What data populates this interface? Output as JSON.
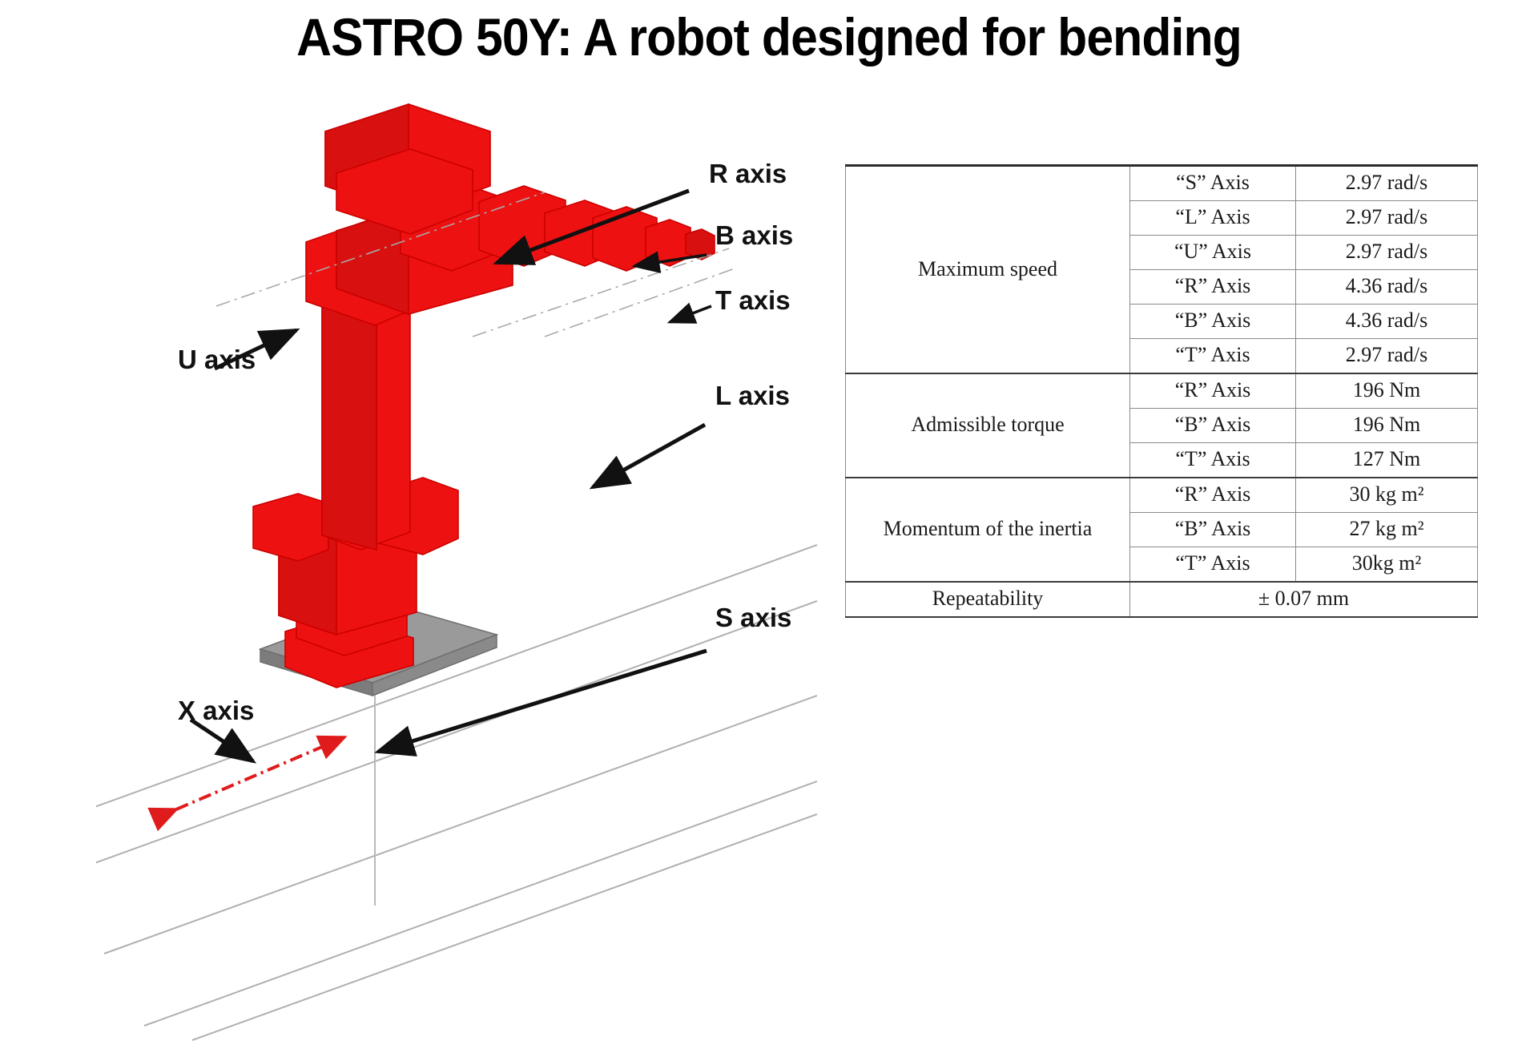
{
  "title": "ASTRO 50Y: A robot designed for bending",
  "diagram": {
    "labels": {
      "r_axis": "R axis",
      "b_axis": "B axis",
      "t_axis": "T axis",
      "u_axis": "U axis",
      "l_axis": "L axis",
      "s_axis": "S axis",
      "x_axis": "X axis"
    },
    "colors": {
      "robot_body": "#ee1111",
      "robot_outline": "#cc0000",
      "base_plate": "#888888",
      "rail_line": "#a8a8a8",
      "callout_arrow": "#111111",
      "x_axis_arrow": "#e01b1b"
    }
  },
  "spec_table": {
    "groups": [
      {
        "label": "Maximum speed",
        "rows": [
          {
            "axis": "“S” Axis",
            "value": "2.97 rad/s"
          },
          {
            "axis": "“L” Axis",
            "value": "2.97 rad/s"
          },
          {
            "axis": "“U” Axis",
            "value": "2.97 rad/s"
          },
          {
            "axis": "“R” Axis",
            "value": "4.36 rad/s"
          },
          {
            "axis": "“B” Axis",
            "value": "4.36 rad/s"
          },
          {
            "axis": "“T” Axis",
            "value": "2.97 rad/s"
          }
        ]
      },
      {
        "label": "Admissible torque",
        "rows": [
          {
            "axis": "“R” Axis",
            "value": "196 Nm"
          },
          {
            "axis": "“B” Axis",
            "value": "196 Nm"
          },
          {
            "axis": "“T” Axis",
            "value": "127 Nm"
          }
        ]
      },
      {
        "label": "Momentum of the inertia",
        "rows": [
          {
            "axis": "“R” Axis",
            "value": "30 kg m²"
          },
          {
            "axis": "“B” Axis",
            "value": "27 kg m²"
          },
          {
            "axis": "“T” Axis",
            "value": "30kg m²"
          }
        ]
      }
    ],
    "footer": {
      "label": "Repeatability",
      "value": "± 0.07 mm"
    }
  }
}
